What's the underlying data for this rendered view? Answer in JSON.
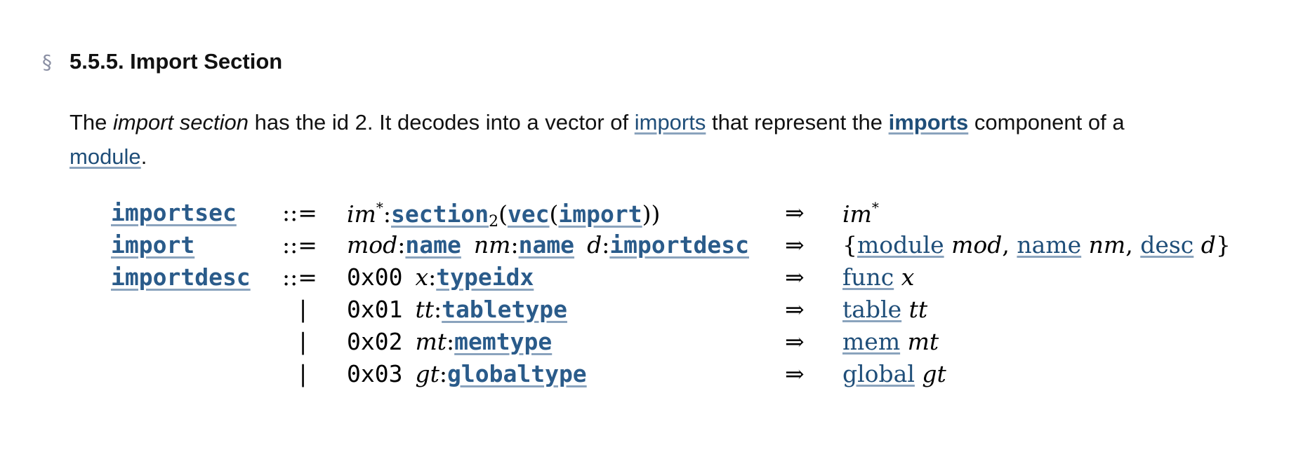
{
  "section": {
    "mark": "§",
    "title": "5.5.5. Import Section"
  },
  "paragraph": {
    "text1": "The ",
    "em": "import section",
    "text2": " has the id 2. It decodes into a vector of ",
    "link1": "imports",
    "text3": " that represent the ",
    "link2": "imports",
    "text4": " component of a ",
    "link3": "module",
    "text5": "."
  },
  "grammar": {
    "op": "::=",
    "bar": "|",
    "arrow": "⇒",
    "rows": [
      {
        "nonterminal": "importsec",
        "rhs": {
          "var": "im",
          "star": "*",
          "colon": ":",
          "fn": "section",
          "sub": "2",
          "open1": "(",
          "vec": "vec",
          "open2": "(",
          "arg": "import",
          "close": "))"
        },
        "result": {
          "var": "im",
          "star": "*"
        }
      },
      {
        "nonterminal": "import",
        "rhs": {
          "v1": "mod",
          "t1": "name",
          "v2": "nm",
          "t2": "name",
          "v3": "d",
          "t3": "importdesc",
          "colon": ":"
        },
        "result": {
          "lbrace": "{",
          "f1": "module",
          "v1": "mod",
          "comma": ",",
          "f2": "name",
          "v2": "nm",
          "f3": "desc",
          "v3": "d",
          "rbrace": "}"
        }
      },
      {
        "nonterminal": "importdesc",
        "hex": "0x00",
        "var": "x",
        "type": "typeidx",
        "result_kw": "func",
        "result_var": "x"
      },
      {
        "hex": "0x01",
        "var": "tt",
        "type": "tabletype",
        "result_kw": "table",
        "result_var": "tt"
      },
      {
        "hex": "0x02",
        "var": "mt",
        "type": "memtype",
        "result_kw": "mem",
        "result_var": "mt"
      },
      {
        "hex": "0x03",
        "var": "gt",
        "type": "globaltype",
        "result_kw": "global",
        "result_var": "gt"
      }
    ]
  },
  "colors": {
    "link": "#1f4e79",
    "code_link": "#2a5b8a",
    "section_mark": "#8a8fa3"
  }
}
